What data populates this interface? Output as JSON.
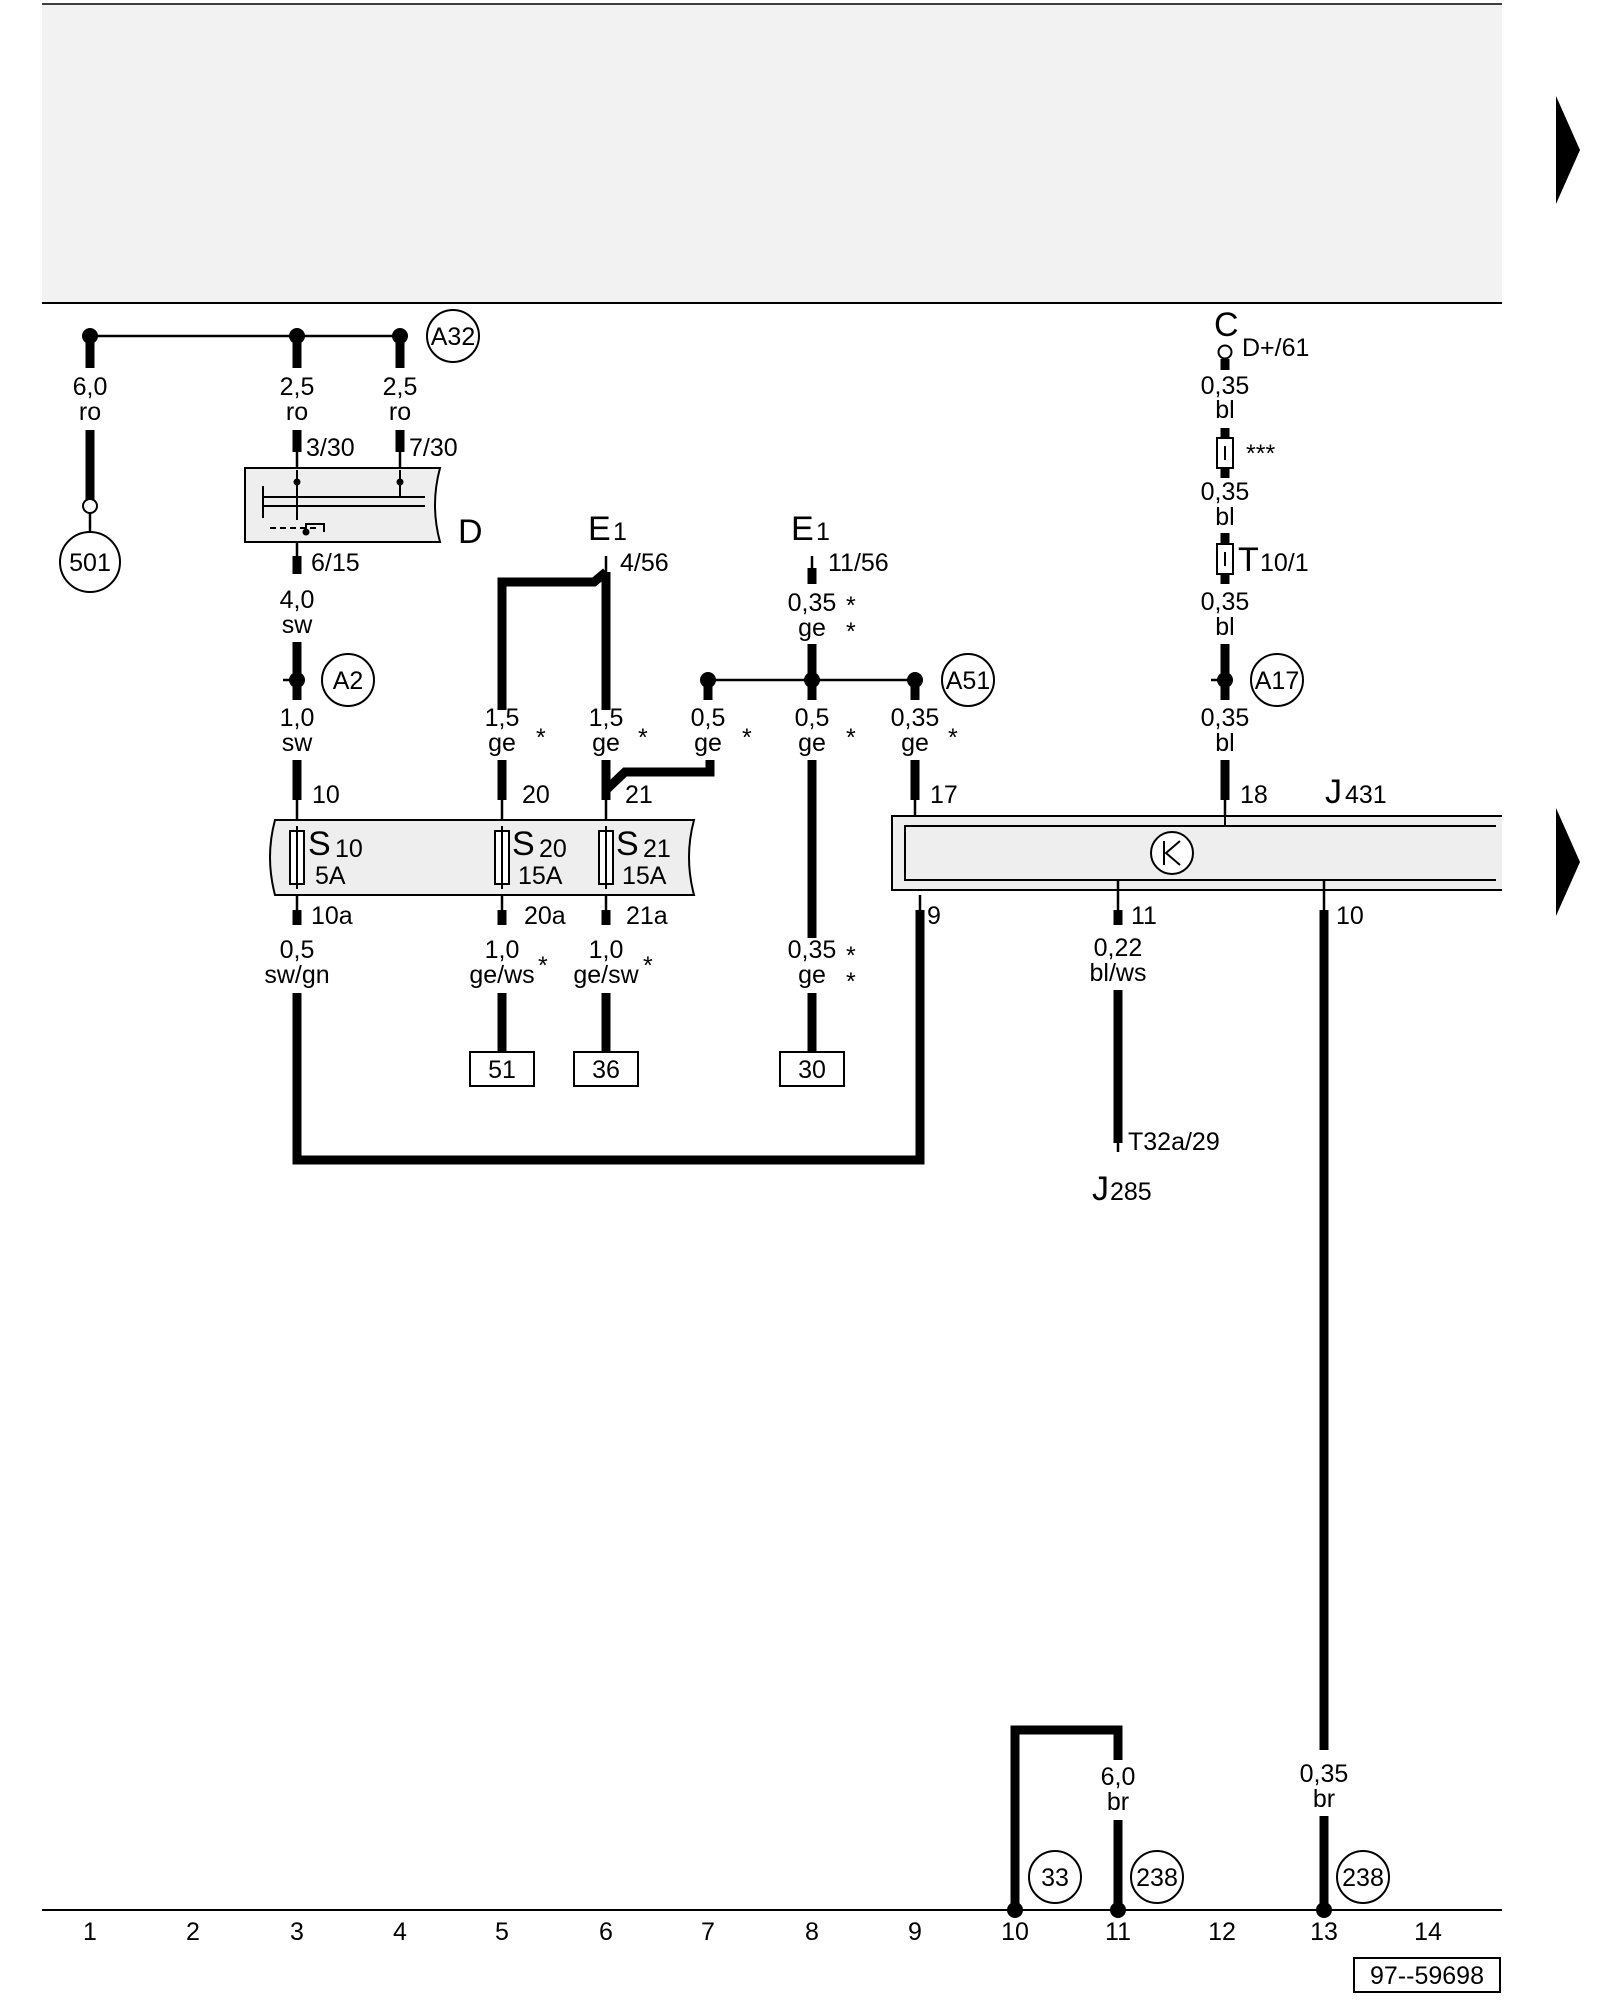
{
  "components": {
    "D": {
      "label": "D",
      "pin_in1": "3/30",
      "pin_in2": "7/30",
      "pin_out": "6/15"
    },
    "E1_a": {
      "letter": "E",
      "sub": "1",
      "pin": "4/56"
    },
    "E1_b": {
      "letter": "E",
      "sub": "1",
      "pin": "11/56"
    },
    "C": {
      "letter": "C",
      "pin": "D+/61"
    },
    "J431": {
      "letter": "J",
      "sub": "431",
      "pins": [
        "17",
        "18",
        "9",
        "11",
        "10"
      ]
    },
    "J285": {
      "letter": "J",
      "sub": "285",
      "pin": "T32a/29"
    },
    "T10_1": {
      "letter": "T",
      "sub": "10/1"
    },
    "triple_star": "***",
    "fuses": [
      {
        "letter": "S",
        "sub": "10",
        "rating": "5A",
        "pin_in": "10",
        "pin_out": "10a"
      },
      {
        "letter": "S",
        "sub": "20",
        "rating": "15A",
        "pin_in": "20",
        "pin_out": "20a"
      },
      {
        "letter": "S",
        "sub": "21",
        "rating": "15A",
        "pin_in": "21",
        "pin_out": "21a"
      }
    ]
  },
  "wires": [
    {
      "size": "6,0",
      "color": "ro"
    },
    {
      "size": "2,5",
      "color": "ro"
    },
    {
      "size": "2,5",
      "color": "ro"
    },
    {
      "size": "4,0",
      "color": "sw"
    },
    {
      "size": "1,0",
      "color": "sw"
    },
    {
      "size": "0,5",
      "color": "sw/gn"
    },
    {
      "size": "1,5",
      "color": "ge"
    },
    {
      "size": "1,5",
      "color": "ge"
    },
    {
      "size": "1,0",
      "color": "ge/ws"
    },
    {
      "size": "1,0",
      "color": "ge/sw"
    },
    {
      "size": "0,35",
      "color": "ge"
    },
    {
      "size": "0,5",
      "color": "ge"
    },
    {
      "size": "0,5",
      "color": "ge"
    },
    {
      "size": "0,35",
      "color": "ge"
    },
    {
      "size": "0,35",
      "color": "ge"
    },
    {
      "size": "0,35",
      "color": "bl"
    },
    {
      "size": "0,35",
      "color": "bl"
    },
    {
      "size": "0,35",
      "color": "bl"
    },
    {
      "size": "0,35",
      "color": "bl"
    },
    {
      "size": "0,22",
      "color": "bl/ws"
    },
    {
      "size": "6,0",
      "color": "br"
    },
    {
      "size": "0,35",
      "color": "br"
    }
  ],
  "connection_circles": [
    "A32",
    "501",
    "A2",
    "A51",
    "A17",
    "33",
    "238",
    "238"
  ],
  "reference_boxes": [
    "51",
    "36",
    "30"
  ],
  "star": "*",
  "grid_numbers": [
    "1",
    "2",
    "3",
    "4",
    "5",
    "6",
    "7",
    "8",
    "9",
    "10",
    "11",
    "12",
    "13",
    "14"
  ],
  "figure_code": "97--59698"
}
